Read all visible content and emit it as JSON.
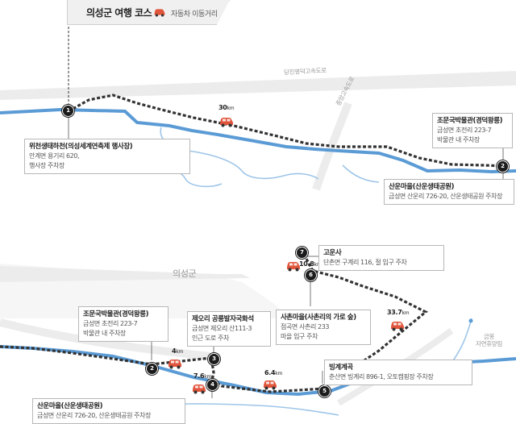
{
  "header": {
    "title": "의성군 여행 코스",
    "legend_label": "자동차 이동거리"
  },
  "colors": {
    "river": "#5b9bd5",
    "route": "#333333",
    "road": "#d9d9d9",
    "car": "#e0553b"
  },
  "top_map": {
    "roads": [
      "당진영덕고속도로",
      "중앙고속도로"
    ],
    "distance": {
      "value": "30",
      "unit": "km"
    },
    "markers": [
      {
        "num": "1"
      },
      {
        "num": "2"
      }
    ],
    "places": [
      {
        "title": "위천생태하천(의성세계연축제 행사장)",
        "line1": "안계면 용기리 620,",
        "line2": "행사장 주차장"
      },
      {
        "title": "조문국박물관(경덕왕릉)",
        "line1": "금성면 초전리 223-7",
        "line2": "박물관 내 주차장"
      },
      {
        "title": "산운마을(산운생태공원)",
        "line1": "금성면 산운리 726-20, 산운생태공원 주차장",
        "line2": ""
      }
    ]
  },
  "bottom_map": {
    "region": "의성군",
    "rest_area": [
      "금봉",
      "자연휴양림"
    ],
    "distances": [
      {
        "value": "4",
        "unit": "km"
      },
      {
        "value": "7.6",
        "unit": "km"
      },
      {
        "value": "6.4",
        "unit": "km"
      },
      {
        "value": "33.7",
        "unit": "km"
      },
      {
        "value": "10.8",
        "unit": "km"
      }
    ],
    "markers": [
      "2",
      "3",
      "4",
      "5",
      "6",
      "7"
    ],
    "places": [
      {
        "title": "조문국박물관(경덕왕릉)",
        "line1": "금성면 초전리 223-7",
        "line2": "박물관 내 주차장"
      },
      {
        "title": "제오리 공룡발자국화석",
        "line1": "금성면 제오리 산111-3",
        "line2": "인근 도로 주차"
      },
      {
        "title": "사촌마을(사촌리의 가로 숲)",
        "line1": "점곡면 사촌리 233",
        "line2": "마을 입구 주차"
      },
      {
        "title": "고운사",
        "line1": "단촌면 구계리 116, 절 입구 주차",
        "line2": ""
      },
      {
        "title": "산운마을(산운생태공원)",
        "line1": "금성면 산운리 726-20, 산운생태공원 주차장",
        "line2": ""
      },
      {
        "title": "빙계계곡",
        "line1": "춘산면 빙계리 896-1, 오토캠핑장 주차장",
        "line2": ""
      }
    ]
  }
}
